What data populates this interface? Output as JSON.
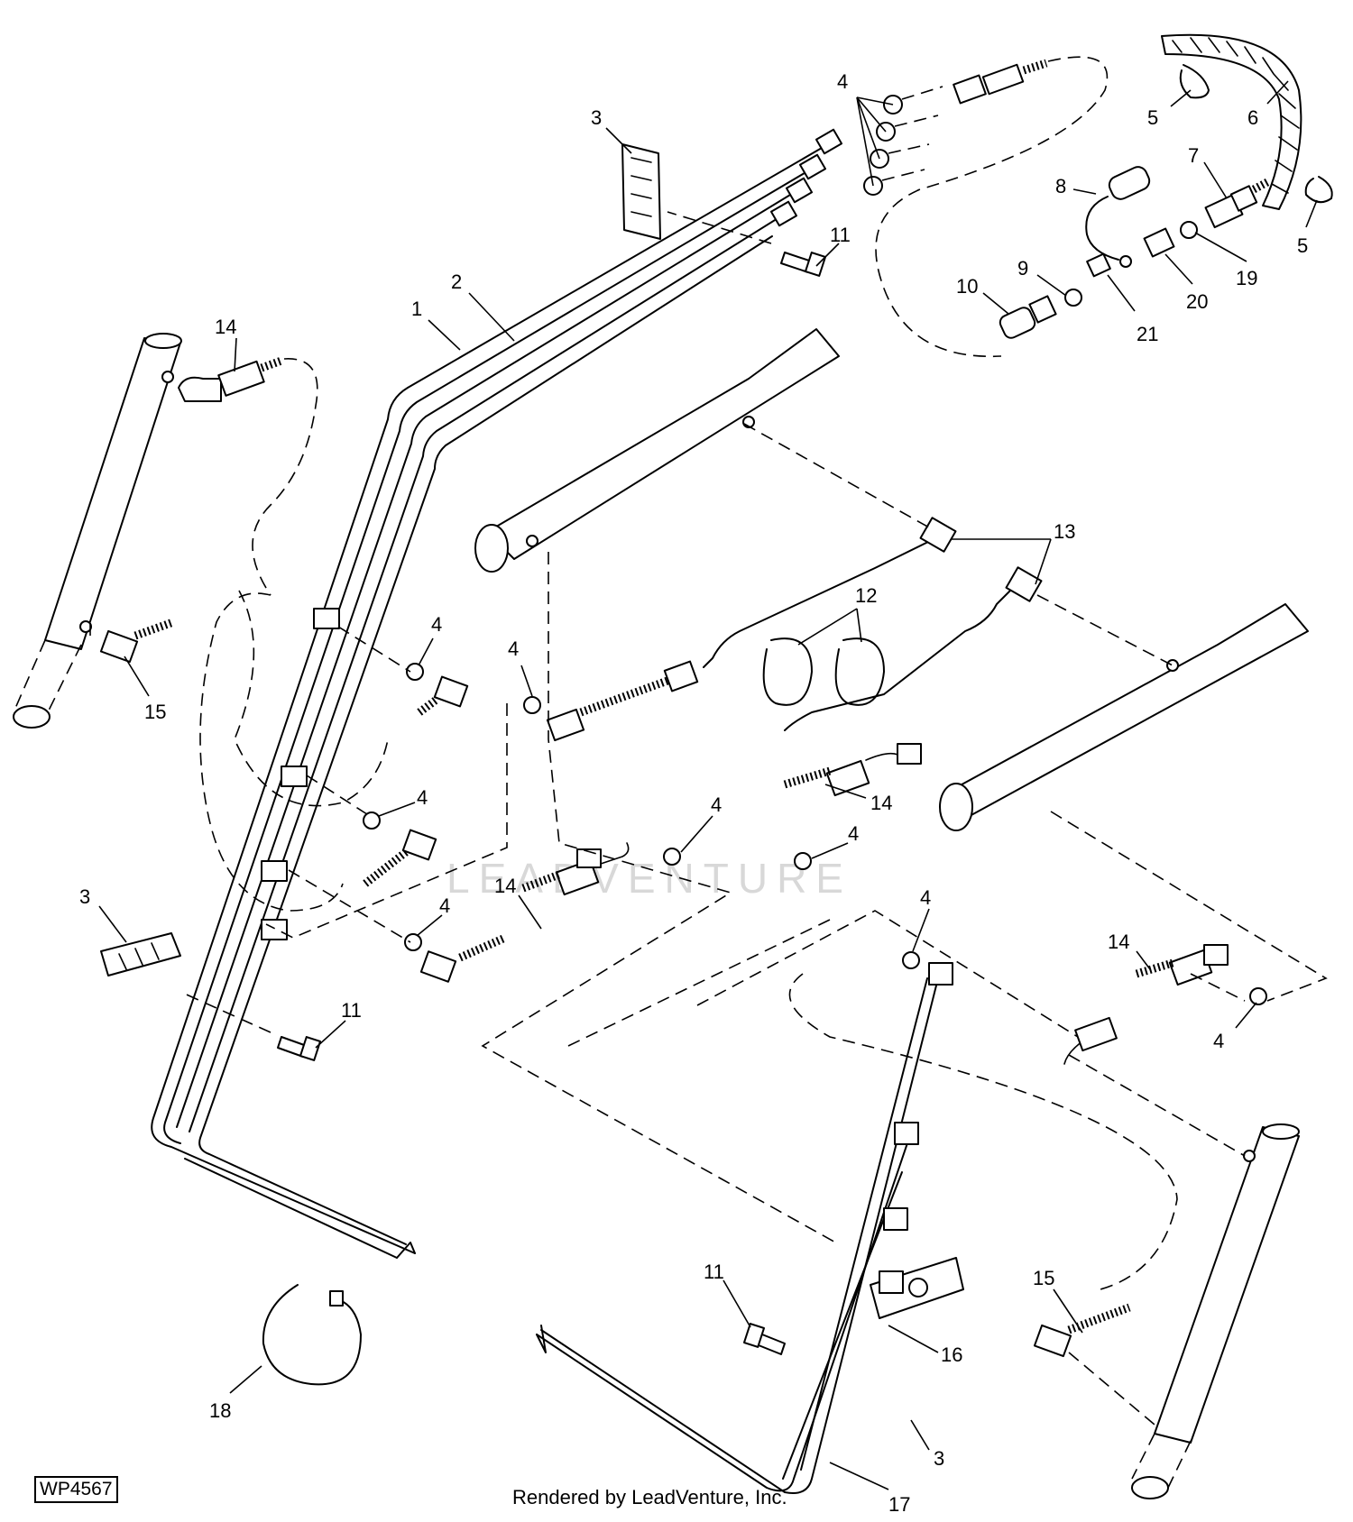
{
  "diagram": {
    "id_label": "WP4567",
    "credit": "Rendered by LeadVenture, Inc.",
    "watermark": "LEADVENTURE",
    "callouts": [
      "1",
      "2",
      "3",
      "4",
      "5",
      "6",
      "7",
      "8",
      "9",
      "10",
      "11",
      "12",
      "13",
      "14",
      "15",
      "16",
      "17",
      "18",
      "19",
      "20",
      "21"
    ]
  }
}
